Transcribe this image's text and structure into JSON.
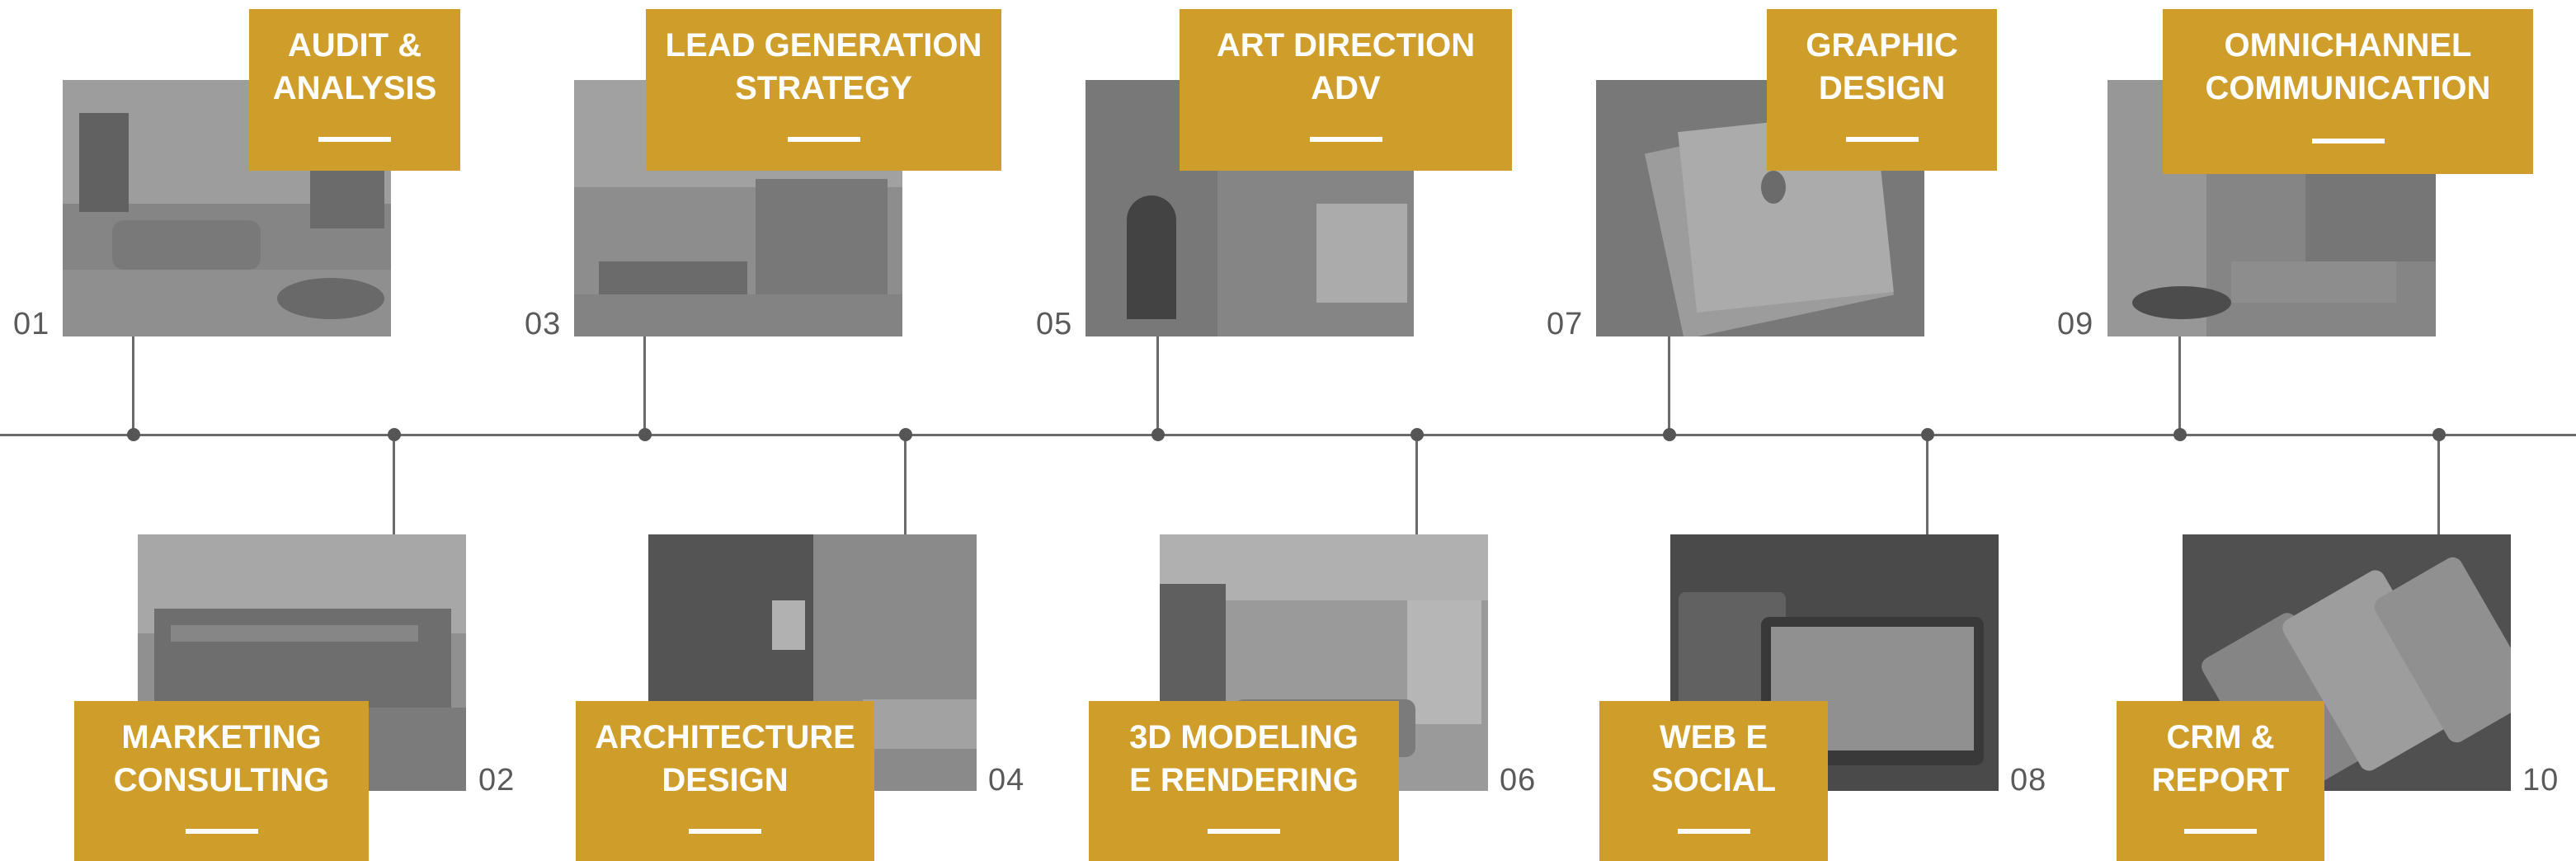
{
  "colors": {
    "accent": "#cf9e2a",
    "line": "#6a6a6a",
    "number": "#5a5a5a"
  },
  "items": [
    {
      "number": "01",
      "title_line1": "AUDIT &",
      "title_line2": "ANALYSIS",
      "position": "top"
    },
    {
      "number": "02",
      "title_line1": "MARKETING",
      "title_line2": "CONSULTING",
      "position": "bottom"
    },
    {
      "number": "03",
      "title_line1": "LEAD GENERATION",
      "title_line2": "STRATEGY",
      "position": "top"
    },
    {
      "number": "04",
      "title_line1": "ARCHITECTURE",
      "title_line2": "DESIGN",
      "position": "bottom"
    },
    {
      "number": "05",
      "title_line1": "ART DIRECTION",
      "title_line2": "ADV",
      "position": "top"
    },
    {
      "number": "06",
      "title_line1": "3D MODELING",
      "title_line2": "E RENDERING",
      "position": "bottom"
    },
    {
      "number": "07",
      "title_line1": "GRAPHIC",
      "title_line2": "DESIGN",
      "position": "top"
    },
    {
      "number": "08",
      "title_line1": "WEB E",
      "title_line2": "SOCIAL",
      "position": "bottom"
    },
    {
      "number": "09",
      "title_line1": "OMNICHANNEL",
      "title_line2": "COMMUNICATION",
      "position": "top"
    },
    {
      "number": "10",
      "title_line1": "CRM &",
      "title_line2": "REPORT",
      "position": "bottom"
    }
  ]
}
